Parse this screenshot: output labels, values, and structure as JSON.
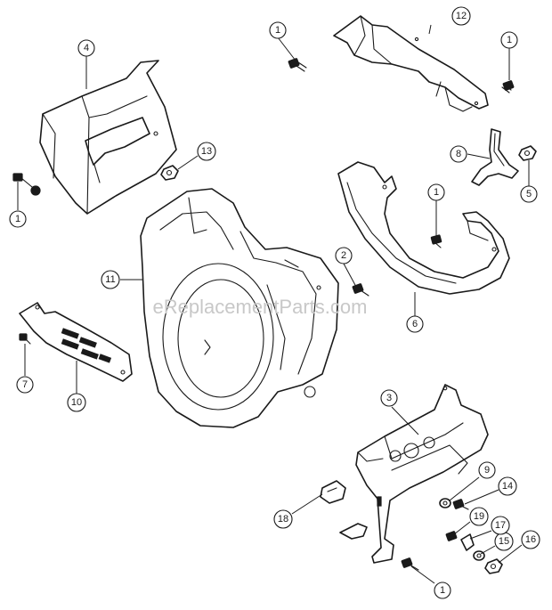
{
  "watermark": "eReplacementParts.com",
  "callouts": [
    {
      "id": "c1a",
      "label": "1"
    },
    {
      "id": "c1b",
      "label": "1"
    },
    {
      "id": "c1c",
      "label": "1"
    },
    {
      "id": "c1d",
      "label": "1"
    },
    {
      "id": "c1e",
      "label": "1"
    },
    {
      "id": "c2",
      "label": "2"
    },
    {
      "id": "c3",
      "label": "3"
    },
    {
      "id": "c4",
      "label": "4"
    },
    {
      "id": "c5",
      "label": "5"
    },
    {
      "id": "c6",
      "label": "6"
    },
    {
      "id": "c7",
      "label": "7"
    },
    {
      "id": "c8",
      "label": "8"
    },
    {
      "id": "c9",
      "label": "9"
    },
    {
      "id": "c10",
      "label": "10"
    },
    {
      "id": "c11",
      "label": "11"
    },
    {
      "id": "c12",
      "label": "12"
    },
    {
      "id": "c13",
      "label": "13"
    },
    {
      "id": "c14",
      "label": "14"
    },
    {
      "id": "c15",
      "label": "15"
    },
    {
      "id": "c16",
      "label": "16"
    },
    {
      "id": "c17",
      "label": "17"
    },
    {
      "id": "c18",
      "label": "18"
    },
    {
      "id": "c19",
      "label": "19"
    }
  ]
}
